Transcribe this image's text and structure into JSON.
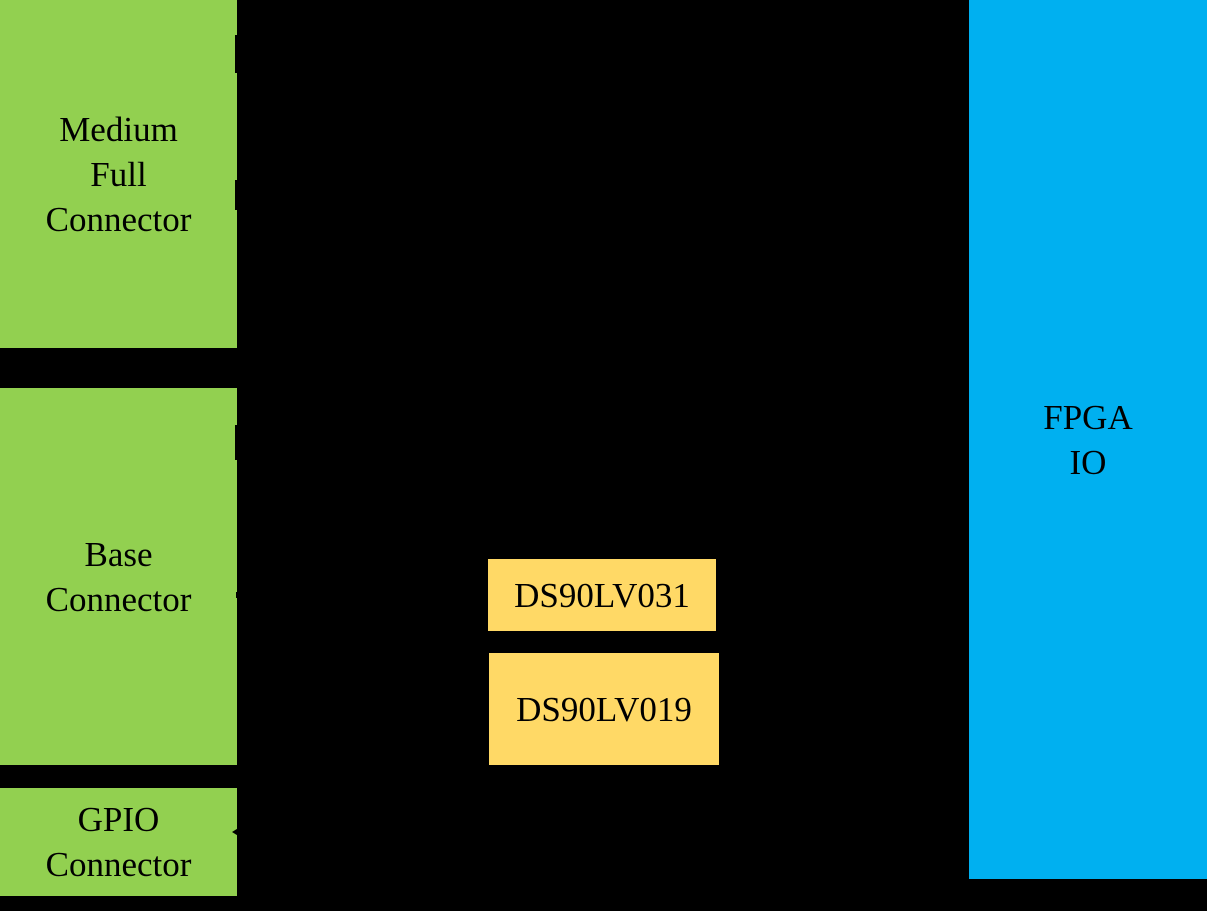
{
  "diagram": {
    "colors": {
      "background": "#000000",
      "connector_green": "#92D050",
      "chip_yellow": "#FFD966",
      "fpga_blue": "#00B0F0",
      "label_text": "#000000"
    },
    "nodes": {
      "medium_full_connector": {
        "lines": [
          "Medium",
          "Full",
          "Connector"
        ]
      },
      "base_connector": {
        "lines": [
          "Base",
          "Connector"
        ]
      },
      "gpio_connector": {
        "lines": [
          "GPIO",
          "Connector"
        ]
      },
      "ds90lv031": {
        "label": "DS90LV031"
      },
      "ds90lv019": {
        "label": "DS90LV019"
      },
      "fpga_io": {
        "lines": [
          "FPGA",
          "IO"
        ]
      }
    }
  }
}
